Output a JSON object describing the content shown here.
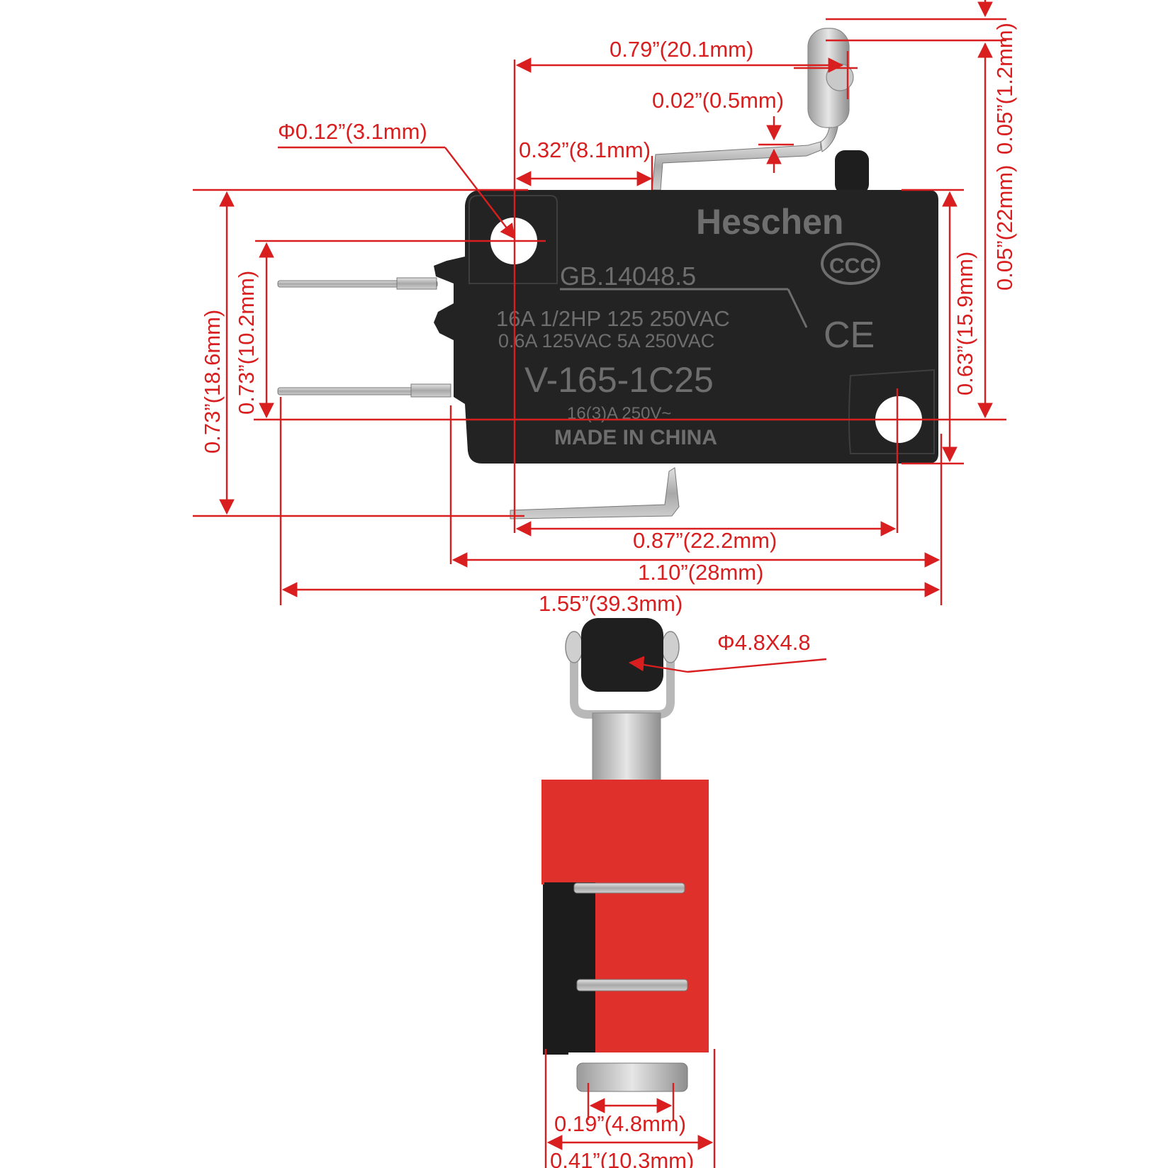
{
  "dimensions": {
    "lever_length": "0.79”(20.1mm)",
    "lever_thickness": "0.02”(0.5mm)",
    "hole_diameter": "Φ0.12”(3.1mm)",
    "lever_offset": "0.32”(8.1mm)",
    "total_height": "0.05”(22mm)",
    "roller_top": "0.05”(1.2mm)",
    "body_height": "0.63”(15.9mm)",
    "outer_height": "0.73”(18.6mm)",
    "hole_spacing_v": "0.73”(10.2mm)",
    "hole_spacing_h": "0.87”(22.2mm)",
    "body_length": "1.10”(28mm)",
    "overall_length": "1.55”(39.3mm)",
    "roller_size": "Φ4.8X4.8",
    "roller_width": "0.19”(4.8mm)",
    "body_width": "0.41”(10.3mm)"
  },
  "switch_label": {
    "brand": "Heschen",
    "standard": "GB.14048.5",
    "rating_line1": "16A  1/2HP  125 250VAC",
    "rating_line2": "0.6A  125VAC   5A    250VAC",
    "model": "V-165-1C25",
    "rating_small": "16(3)A  250V~",
    "origin": "MADE IN CHINA",
    "ccc_mark": "CCC",
    "ce_mark": "CE"
  },
  "colors": {
    "dimension_red": "#d81e1e",
    "switch_body_black": "#222222",
    "side_view_red": "#e0302b",
    "metal": "#b4b4b4"
  }
}
